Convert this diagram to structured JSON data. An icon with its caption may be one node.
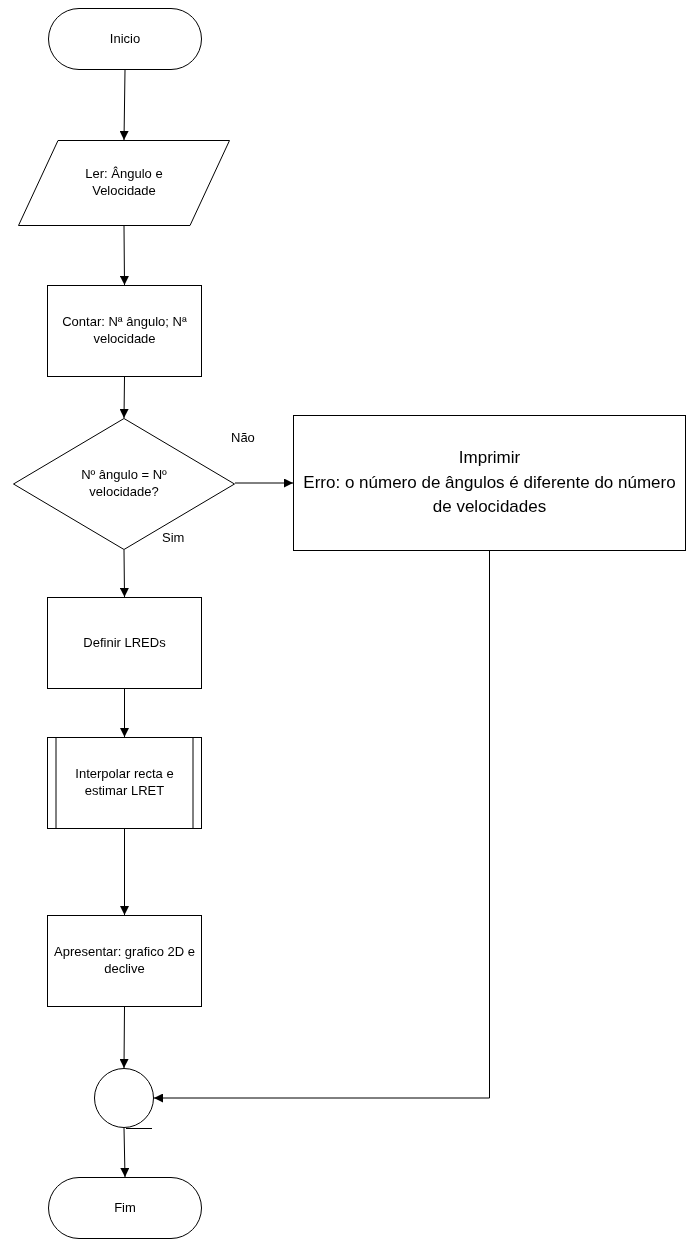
{
  "diagram": {
    "nodes": [
      {
        "text": [
          "Inicio"
        ]
      },
      {
        "text": [
          "Ler: Ângulo e Velocidade"
        ]
      },
      {
        "text": [
          "Contar: Nª ângulo; Nª velocidade"
        ]
      },
      {
        "text": [
          "Nº ângulo = Nº velocidade?"
        ]
      },
      {
        "text": [
          "Imprimir",
          "Erro: o número de ângulos é diferente do número de velocidades"
        ]
      },
      {
        "text": [
          "Definir LREDs"
        ]
      },
      {
        "text": [
          "Interpolar recta e estimar LRET"
        ]
      },
      {
        "text": [
          "Apresentar: grafico 2D e declive"
        ]
      },
      {
        "text": [],
        "shape": "circle"
      },
      {
        "text": [
          "Fim"
        ]
      }
    ],
    "edges": [
      {
        "from": 0,
        "to": 1,
        "arrow": "to"
      },
      {
        "from": 1,
        "to": 2,
        "arrow": "to"
      },
      {
        "from": 2,
        "to": 3,
        "arrow": "to"
      },
      {
        "from": 3,
        "to": 4,
        "arrow": "to",
        "label": "Não"
      },
      {
        "from": 3,
        "to": 5,
        "arrow": "to",
        "label": "Sim"
      },
      {
        "from": 5,
        "to": 6,
        "arrow": "to"
      },
      {
        "from": 6,
        "to": 7,
        "arrow": "to"
      },
      {
        "from": 7,
        "to": 8,
        "arrow": "to"
      },
      {
        "from": 4,
        "to": 8,
        "arrow": "to"
      },
      {
        "from": 8,
        "to": 9,
        "arrow": "to"
      }
    ]
  }
}
